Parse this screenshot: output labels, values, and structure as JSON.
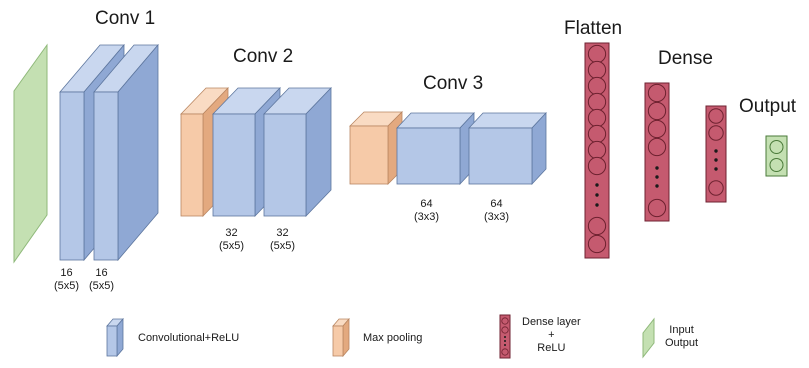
{
  "titles": {
    "conv1": "Conv 1",
    "conv2": "Conv 2",
    "conv3": "Conv 3",
    "flatten": "Flatten",
    "dense": "Dense",
    "output": "Output"
  },
  "filters": {
    "conv1": [
      {
        "count": "16",
        "kernel": "(5x5)"
      },
      {
        "count": "16",
        "kernel": "(5x5)"
      }
    ],
    "conv2": [
      {
        "count": "32",
        "kernel": "(5x5)"
      },
      {
        "count": "32",
        "kernel": "(5x5)"
      }
    ],
    "conv3": [
      {
        "count": "64",
        "kernel": "(3x3)"
      },
      {
        "count": "64",
        "kernel": "(3x3)"
      }
    ]
  },
  "legend": {
    "conv": "Convolutional+ReLU",
    "pool": "Max pooling",
    "dense_line1": "Dense layer",
    "dense_line2": "+",
    "dense_line3": "ReLU",
    "io_line1": "Input",
    "io_line2": "Output"
  },
  "colors": {
    "input_fill": "#c4e0b2",
    "input_stroke": "#8fb97a",
    "conv_front": "#b4c7e7",
    "conv_side": "#8fa8d4",
    "conv_top": "#c9d7ef",
    "conv_stroke": "#5d769e",
    "pool_front": "#f6caa8",
    "pool_side": "#e3a97f",
    "pool_top": "#f9dbc3",
    "pool_stroke": "#b98661",
    "dense_fill": "#c55a6f",
    "dense_stroke": "#6e2230",
    "node_fill": "#c55a6f",
    "output_fill": "#c4e0b2",
    "output_stroke": "#4a7a3a"
  }
}
